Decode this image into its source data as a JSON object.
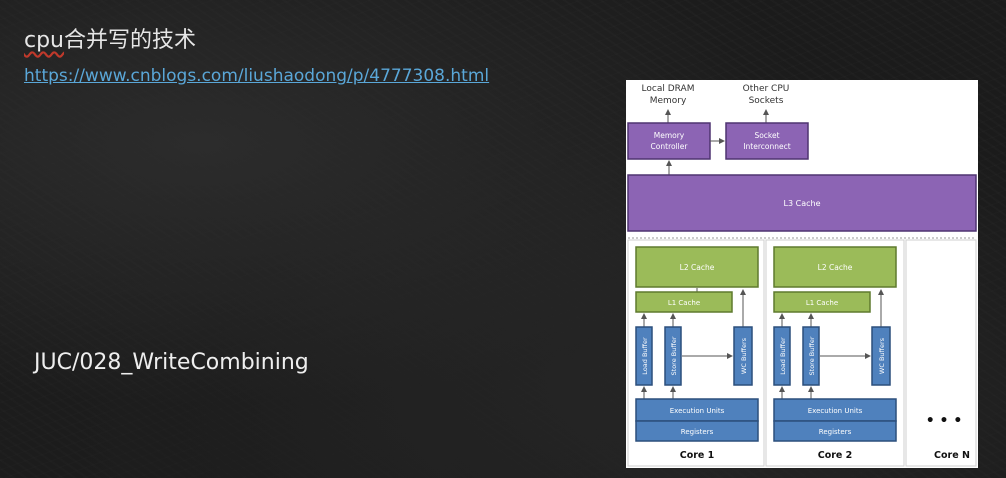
{
  "slide": {
    "title_latin": "cpu",
    "title_cjk": "合并写的技术",
    "link": "https://www.cnblogs.com/liushaodong/p/4777308.html",
    "code_name": "JUC/028_WriteCombining"
  },
  "diagram": {
    "top_labels": {
      "dram": [
        "Local DRAM",
        "Memory"
      ],
      "other_cpu": [
        "Other CPU",
        "Sockets"
      ]
    },
    "memory_controller": [
      "Memory",
      "Controller"
    ],
    "socket_interconnect": [
      "Socket",
      "Interconnect"
    ],
    "l3_cache": "L3 Cache",
    "cores": [
      {
        "name": "Core 1",
        "l2": "L2 Cache",
        "l1": "L1 Cache",
        "load_buffer": "Load Buffer",
        "store_buffer": "Store Buffer",
        "wc_buffers": "WC Buffers",
        "exec_units": "Execution Units",
        "registers": "Registers"
      },
      {
        "name": "Core 2",
        "l2": "L2 Cache",
        "l1": "L1 Cache",
        "load_buffer": "Load Buffer",
        "store_buffer": "Store Buffer",
        "wc_buffers": "WC Buffers",
        "exec_units": "Execution Units",
        "registers": "Registers"
      }
    ],
    "core_n": "Core N",
    "ellipsis": "• • •",
    "colors": {
      "purple": "#8c64b4",
      "green": "#9bbb59",
      "blue": "#4f81bd"
    }
  }
}
